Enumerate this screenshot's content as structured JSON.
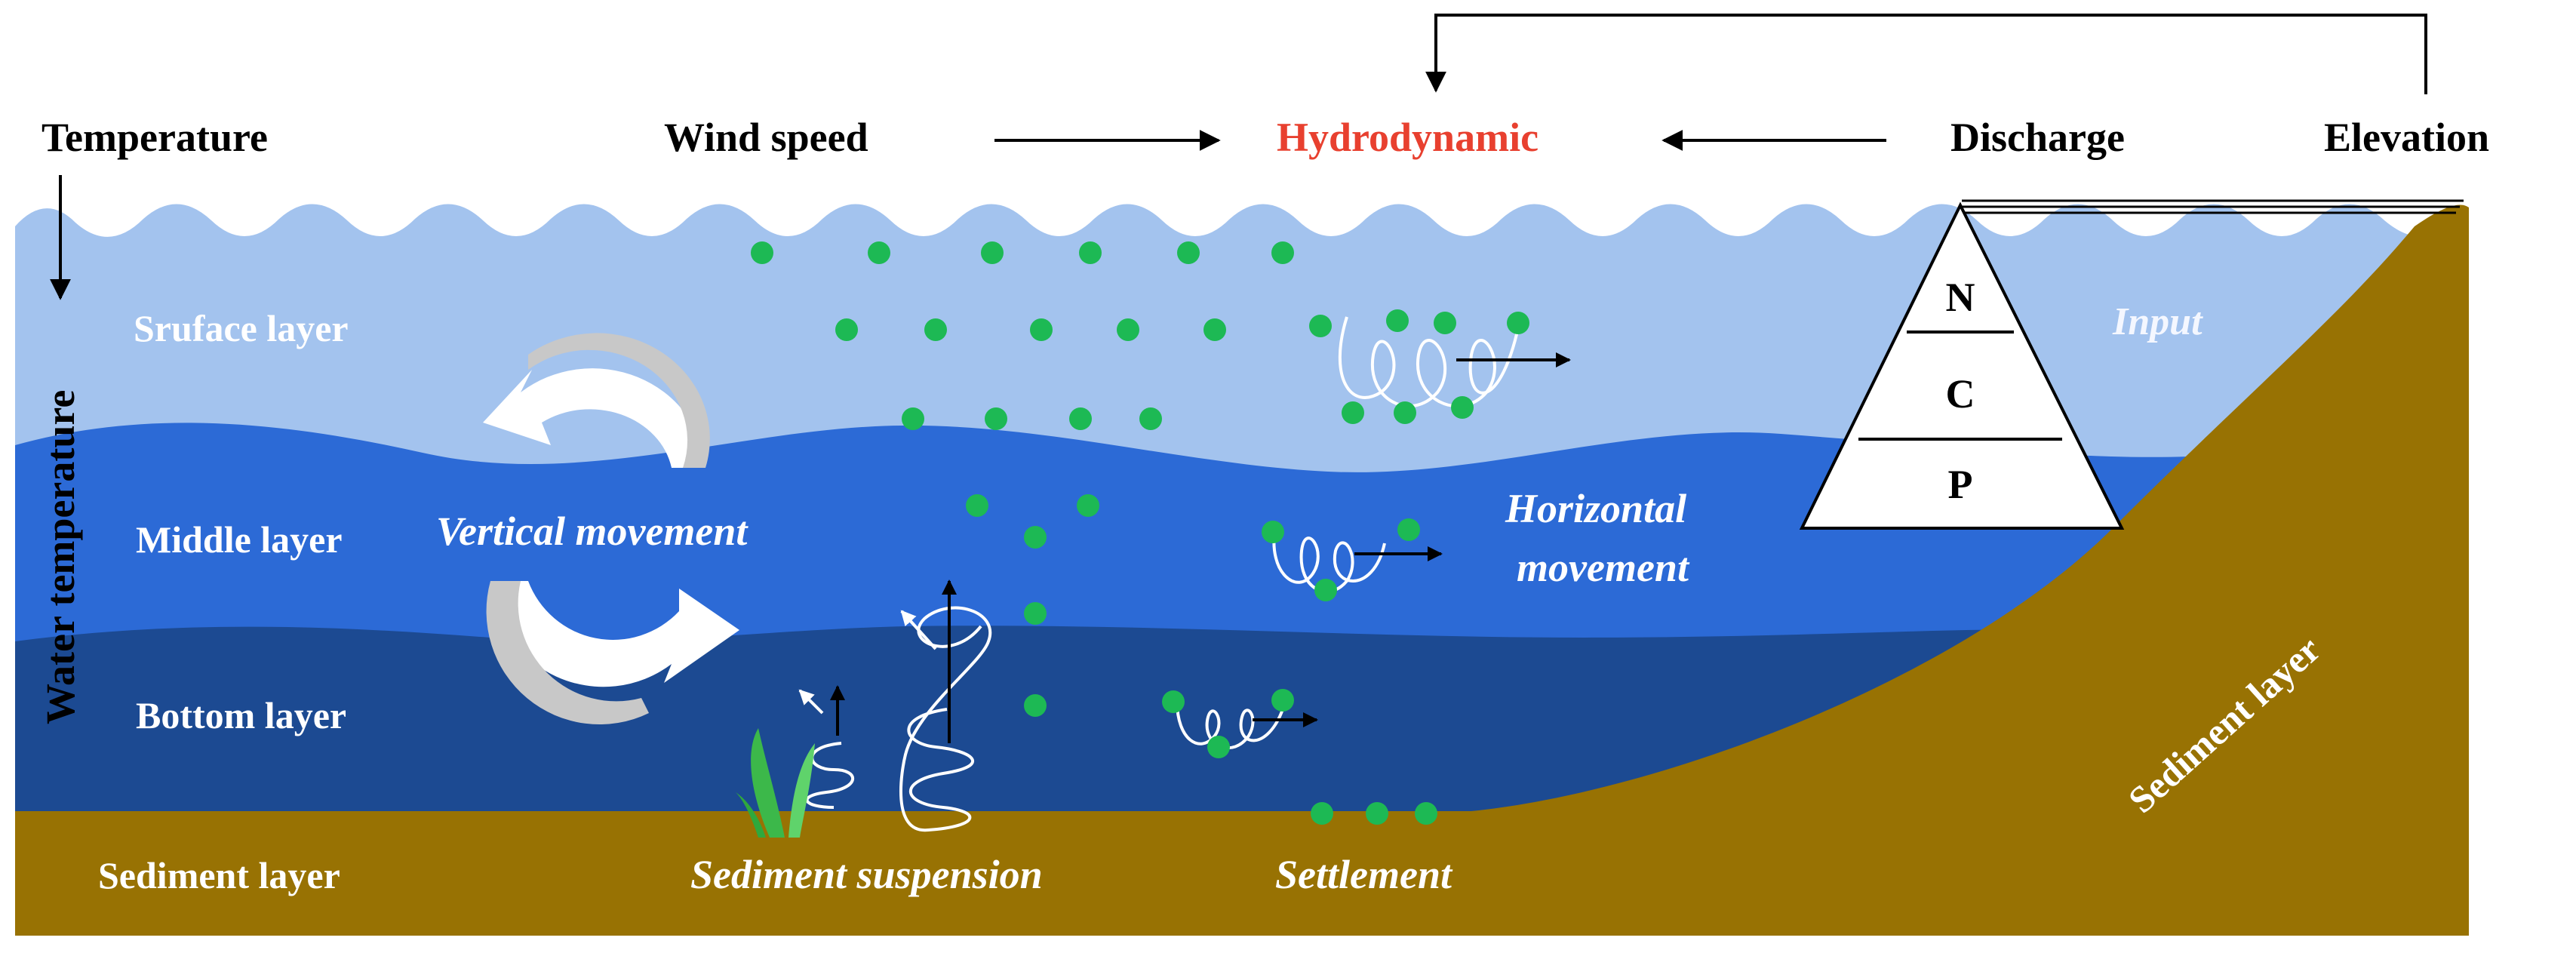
{
  "labels": {
    "temperature": "Temperature",
    "wind_speed": "Wind speed",
    "hydrodynamic": "Hydrodynamic",
    "discharge": "Discharge",
    "elevation": "Elevation",
    "water_temperature": "Water temperature",
    "surface_layer": "Sruface layer",
    "middle_layer": "Middle layer",
    "bottom_layer": "Bottom layer",
    "sediment_layer_left": "Sediment layer",
    "sediment_layer_slope": "Sediment layer",
    "vertical_movement": "Vertical movement",
    "horizontal_movement_line1": "Horizontal",
    "horizontal_movement_line2": "movement",
    "input": "Input",
    "sediment_suspension": "Sediment suspension",
    "settlement": "Settlement"
  },
  "pyramid": [
    "N",
    "C",
    "P"
  ],
  "colors": {
    "hydrodynamic_text": "#e8402f",
    "surface_water": "#a3c3ee",
    "middle_water": "#2c6ad6",
    "bottom_water": "#1c4a92",
    "sediment": "#987203",
    "particles": "#1db954"
  }
}
